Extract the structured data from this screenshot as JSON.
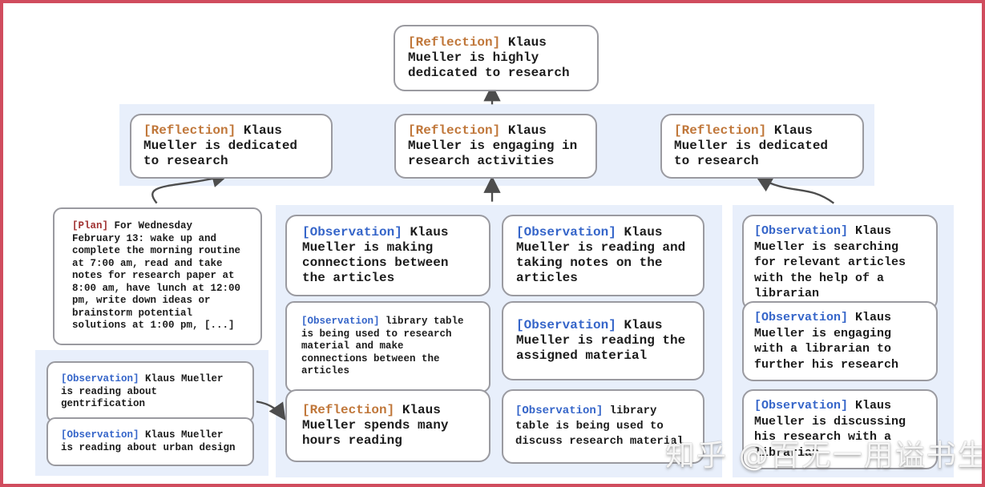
{
  "frame": {
    "border_color": "#d04c5e"
  },
  "colors": {
    "band_background": "#e8effb",
    "box_border": "#9a9aa0",
    "text": "#1b1b1b",
    "reflection_tag": "#c0773a",
    "observation_tag": "#3565c9",
    "plan_tag": "#a03232",
    "arrow": "#4d4d4d"
  },
  "watermark": {
    "text": "知乎 @百无一用谥书生"
  },
  "nodes": {
    "top": {
      "tag": "[Reflection]",
      "text": "Klaus Mueller is highly dedicated to research"
    },
    "row2": [
      {
        "tag": "[Reflection]",
        "text": "Klaus Mueller is dedicated to research"
      },
      {
        "tag": "[Reflection]",
        "text": "Klaus Mueller is engaging in research activities"
      },
      {
        "tag": "[Reflection]",
        "text": "Klaus Mueller is dedicated to research"
      }
    ],
    "plan": {
      "tag": "[Plan]",
      "text": "For Wednesday February 13: wake up and complete the morning routine at 7:00 am, read and take notes for research paper at 8:00 am, have lunch at 12:00 pm, write down ideas or brainstorm potential solutions at 1:00 pm, [...]"
    },
    "left_observations": [
      {
        "tag": "[Observation]",
        "text": "Klaus Mueller is reading about gentrification"
      },
      {
        "tag": "[Observation]",
        "text": "Klaus Mueller is reading about urban design"
      }
    ],
    "middle_left": [
      {
        "tag": "[Observation]",
        "text": "Klaus Mueller is making connections between the articles"
      },
      {
        "tag": "[Observation]",
        "text": "library table is being used to research material and make connections between the articles"
      },
      {
        "tag": "[Reflection]",
        "text": "Klaus Mueller spends many hours reading"
      }
    ],
    "middle_right": [
      {
        "tag": "[Observation]",
        "text": "Klaus Mueller is reading and taking notes on the articles"
      },
      {
        "tag": "[Observation]",
        "text": "Klaus Mueller is reading the assigned material"
      },
      {
        "tag": "[Observation]",
        "text": "library table is being used to discuss research material"
      }
    ],
    "right_column": [
      {
        "tag": "[Observation]",
        "text": "Klaus Mueller is searching for relevant articles with the help of a librarian"
      },
      {
        "tag": "[Observation]",
        "text": "Klaus Mueller is engaging with a librarian to further his research"
      },
      {
        "tag": "[Observation]",
        "text": "Klaus Mueller is discussing his research with a librarian"
      }
    ]
  }
}
